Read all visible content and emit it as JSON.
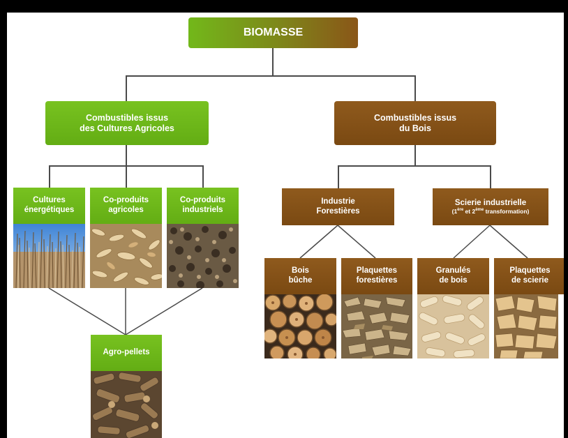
{
  "root": {
    "label": "BIOMASSE"
  },
  "left_branch": {
    "title_line1": "Combustibles issus",
    "title_line2": "des Cultures Agricoles",
    "items": [
      {
        "line1": "Cultures",
        "line2": "énergétiques"
      },
      {
        "line1": "Co-produits",
        "line2": "agricoles"
      },
      {
        "line1": "Co-produits",
        "line2": "industriels"
      }
    ],
    "result": {
      "label": "Agro-pellets"
    }
  },
  "right_branch": {
    "title_line1": "Combustibles issus",
    "title_line2": "du Bois",
    "sub1": {
      "line1": "Industrie",
      "line2": "Forestières"
    },
    "sub2": {
      "line1": "Scierie industrielle",
      "line2_pre": "(1",
      "sup1": "ère",
      "line2_mid": " et 2",
      "sup2": "ème",
      "line2_post": " transformation)"
    },
    "items": [
      {
        "line1": "Bois",
        "line2": "bûche"
      },
      {
        "line1": "Plaquettes",
        "line2": "forestières"
      },
      {
        "line1": "Granulés",
        "line2": "de bois"
      },
      {
        "line1": "Plaquettes",
        "line2": "de scierie"
      }
    ]
  },
  "colors": {
    "green": "#6ab51a",
    "brown": "#85521a",
    "connector": "#4a4a4a"
  }
}
